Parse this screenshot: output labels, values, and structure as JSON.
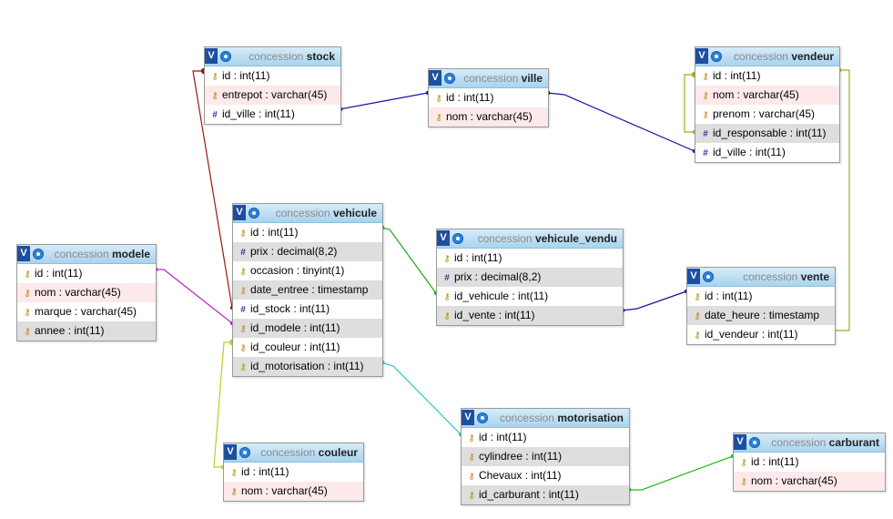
{
  "tables": {
    "stock": {
      "db": "concession",
      "name": "stock",
      "columns": [
        {
          "icon": "key-icon",
          "text": "id : int(11)"
        },
        {
          "icon": "key-icon",
          "text": "entrepot : varchar(45)"
        },
        {
          "icon": "index-icon",
          "text": "id_ville : int(11)"
        }
      ]
    },
    "ville": {
      "db": "concession",
      "name": "ville",
      "columns": [
        {
          "icon": "key-icon",
          "text": "id : int(11)"
        },
        {
          "icon": "key-icon",
          "text": "nom : varchar(45)"
        }
      ]
    },
    "vendeur": {
      "db": "concession",
      "name": "vendeur",
      "columns": [
        {
          "icon": "key-icon",
          "text": "id : int(11)"
        },
        {
          "icon": "key-icon",
          "text": "nom : varchar(45)"
        },
        {
          "icon": "key-icon",
          "text": "prenom : varchar(45)"
        },
        {
          "icon": "index-icon",
          "text": "id_responsable : int(11)"
        },
        {
          "icon": "index-icon",
          "text": "id_ville : int(11)"
        }
      ]
    },
    "modele": {
      "db": "concession",
      "name": "modele",
      "columns": [
        {
          "icon": "key-icon",
          "text": "id : int(11)"
        },
        {
          "icon": "key-icon",
          "text": "nom : varchar(45)"
        },
        {
          "icon": "key-icon",
          "text": "marque : varchar(45)"
        },
        {
          "icon": "key-icon",
          "text": "annee : int(11)"
        }
      ]
    },
    "vehicule": {
      "db": "concession",
      "name": "vehicule",
      "columns": [
        {
          "icon": "key-icon",
          "text": "id : int(11)"
        },
        {
          "icon": "index-icon",
          "text": "prix : decimal(8,2)"
        },
        {
          "icon": "key-icon",
          "text": "occasion : tinyint(1)"
        },
        {
          "icon": "key-icon",
          "text": "date_entree : timestamp"
        },
        {
          "icon": "index-icon",
          "text": "id_stock : int(11)"
        },
        {
          "icon": "key-icon",
          "text": "id_modele : int(11)"
        },
        {
          "icon": "key-icon",
          "text": "id_couleur : int(11)"
        },
        {
          "icon": "key-icon",
          "text": "id_motorisation : int(11)"
        }
      ]
    },
    "vehicule_vendu": {
      "db": "concession",
      "name": "vehicule_vendu",
      "columns": [
        {
          "icon": "key-icon",
          "text": "id : int(11)"
        },
        {
          "icon": "index-icon",
          "text": "prix : decimal(8,2)"
        },
        {
          "icon": "key-icon",
          "text": "id_vehicule : int(11)"
        },
        {
          "icon": "key-icon",
          "text": "id_vente : int(11)"
        }
      ]
    },
    "vente": {
      "db": "concession",
      "name": "vente",
      "columns": [
        {
          "icon": "key-icon",
          "text": "id : int(11)"
        },
        {
          "icon": "key-icon",
          "text": "date_heure : timestamp"
        },
        {
          "icon": "key-icon",
          "text": "id_vendeur : int(11)"
        }
      ]
    },
    "couleur": {
      "db": "concession",
      "name": "couleur",
      "columns": [
        {
          "icon": "key-icon",
          "text": "id : int(11)"
        },
        {
          "icon": "key-icon",
          "text": "nom : varchar(45)"
        }
      ]
    },
    "motorisation": {
      "db": "concession",
      "name": "motorisation",
      "columns": [
        {
          "icon": "key-icon",
          "text": "id : int(11)"
        },
        {
          "icon": "key-icon",
          "text": "cylindree : int(11)"
        },
        {
          "icon": "key-icon",
          "text": "Chevaux : int(11)"
        },
        {
          "icon": "key-icon",
          "text": "id_carburant : int(11)"
        }
      ]
    },
    "carburant": {
      "db": "concession",
      "name": "carburant",
      "columns": [
        {
          "icon": "key-icon",
          "text": "id : int(11)"
        },
        {
          "icon": "key-icon",
          "text": "nom : varchar(45)"
        }
      ]
    }
  },
  "toggle_label": "V",
  "relation_colors": {
    "stock_ville": "#1414a0",
    "vendeur_ville": "#1414a0",
    "vendeur_responsable": "#a8a820",
    "vehicule_stock": "#a01414",
    "vehicule_modele": "#c020c0",
    "vehicule_couleur": "#c8c820",
    "vehicule_motorisation": "#20c8c8",
    "vehicule_vendu_vehicule": "#20a820",
    "vehicule_vendu_vente": "#1414a0",
    "vente_vendeur": "#a8a820",
    "motorisation_carburant": "#20b820"
  }
}
